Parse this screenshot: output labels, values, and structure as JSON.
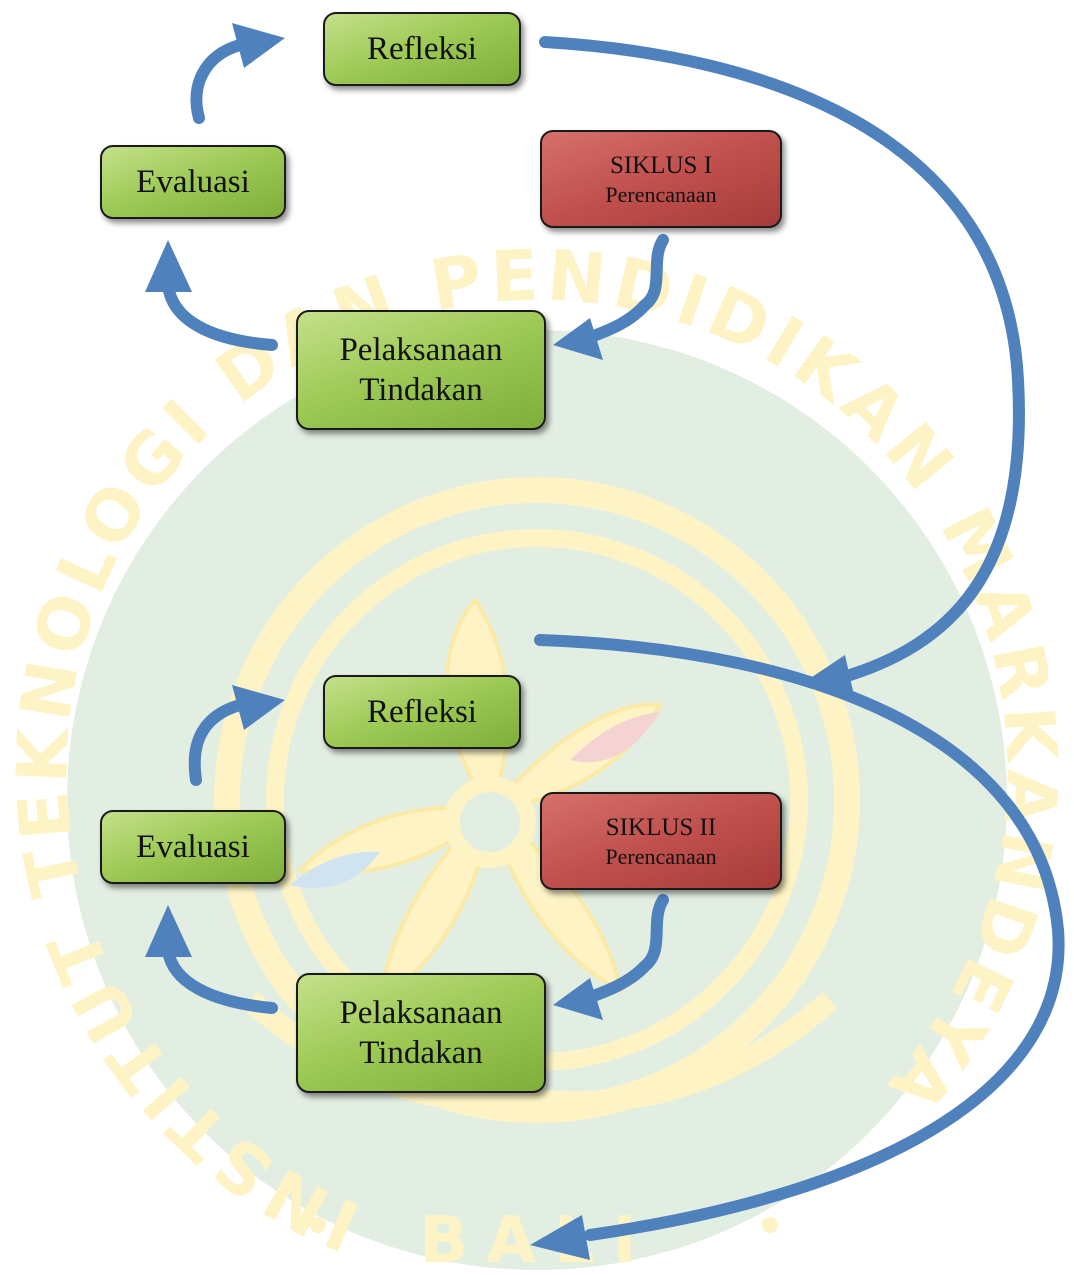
{
  "watermark": {
    "ring_text": "INSTITUT TEKNOLOGI DAN PENDIDIKAN MARKANDEYA",
    "bottom_text": "BALI"
  },
  "cycle1": {
    "reflection": "Refleksi",
    "evaluation": "Evaluasi",
    "planning_cycle": "SIKLUS I",
    "planning_label": "Perencanaan",
    "action_line1": "Pelaksanaan",
    "action_line2": "Tindakan"
  },
  "cycle2": {
    "reflection": "Refleksi",
    "evaluation": "Evaluasi",
    "planning_cycle": "SIKLUS II",
    "planning_label": "Perencanaan",
    "action_line1": "Pelaksanaan",
    "action_line2": "Tindakan"
  },
  "colors": {
    "arrow": "#4f81bd",
    "green_box": "#9bbb59",
    "red_box": "#c0504d",
    "watermark_green": "#e3eee3",
    "watermark_yellow": "#fdf3c4"
  }
}
